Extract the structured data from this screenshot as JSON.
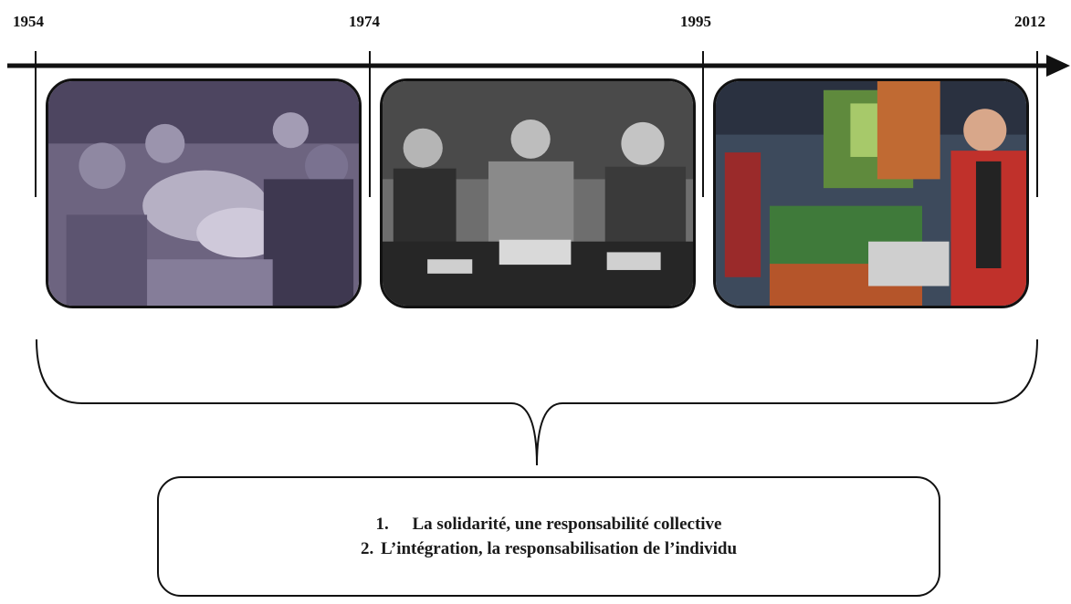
{
  "timeline": {
    "years": [
      "1954",
      "1974",
      "1995",
      "2012"
    ]
  },
  "photos": [
    {
      "id": "photo-1954-1974",
      "tone": "#6f6680"
    },
    {
      "id": "photo-1974-1995",
      "tone": "#8a8a8a"
    },
    {
      "id": "photo-1995-2012",
      "tone": "#4a7040"
    }
  ],
  "summary": {
    "items": [
      {
        "number": "1.",
        "text": "La solidarité, une responsabilité collective"
      },
      {
        "number": "2.",
        "text": "L’intégration, la responsabilisation de l’individu"
      }
    ]
  },
  "colors": {
    "line": "#111111",
    "text": "#1a1a1a",
    "photo_1_tint": "#6d6480",
    "photo_2_tint": "#8c8c8c",
    "photo_3_accent": "#c0312b"
  }
}
